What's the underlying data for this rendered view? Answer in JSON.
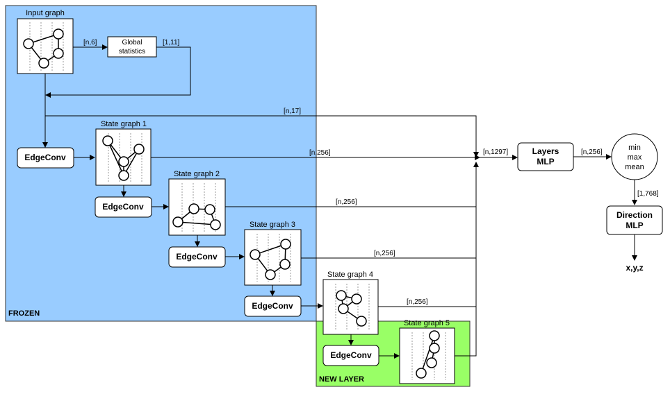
{
  "regions": {
    "frozen": "FROZEN",
    "new_layer": "NEW LAYER"
  },
  "colors": {
    "frozen_fill": "#99ccff",
    "new_layer_fill": "#99ff66",
    "box_fill": "#ffffff",
    "line": "#000000"
  },
  "nodes": {
    "input_graph": "Input graph",
    "global_stats": [
      "Global",
      "statistics"
    ],
    "state_graphs": [
      "State graph 1",
      "State graph 2",
      "State graph 3",
      "State graph 4",
      "State graph 5"
    ],
    "edgeconv": "EdgeConv",
    "layers_mlp": [
      "Layers",
      "MLP"
    ],
    "pool": [
      "min",
      "max",
      "mean"
    ],
    "direction_mlp": [
      "Direction",
      "MLP"
    ],
    "output": "x,y,z"
  },
  "edge_labels": {
    "input_to_stats": "[n,6]",
    "stats_out": "[1,11]",
    "skip": "[n,17]",
    "sg1": "[n,256]",
    "sg2": "[n,256]",
    "sg3": "[n,256]",
    "sg4": "[n,256]",
    "concat": "[n,1297]",
    "mlp_out": "[n,256]",
    "pool_out": "[1,768]"
  }
}
